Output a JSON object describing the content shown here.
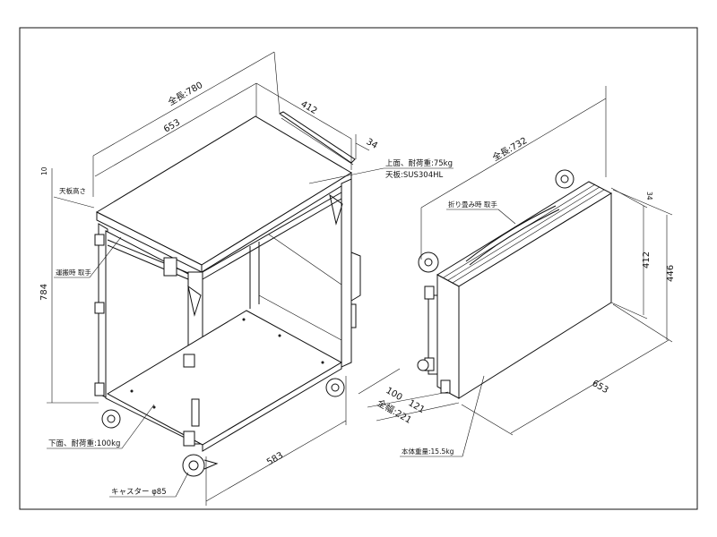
{
  "cart": {
    "dims": {
      "overall_width": "全長:780",
      "width": "653",
      "depth": "412",
      "handle_offset": "34",
      "top_thickness": "10",
      "height": "784",
      "lower_width": "583"
    },
    "labels": {
      "top_shelf_load": "上面、耐荷重:75kg",
      "top_material": "天板:SUS304HL",
      "top_height": "天板高さ",
      "transport_handle": "運搬時 取手",
      "bottom_shelf_load": "下面、耐荷重:100kg",
      "caster": "キャスター φ85"
    }
  },
  "folded": {
    "dims": {
      "overall_length": "全長:732",
      "offset_34": "34",
      "height_412": "412",
      "height_446": "446",
      "length_653": "653",
      "d100": "100",
      "d121": "121",
      "overall_depth": "全幅:221"
    },
    "labels": {
      "fold_handle": "折り畳み時 取手",
      "body_weight": "本体重量:15.5kg"
    }
  }
}
